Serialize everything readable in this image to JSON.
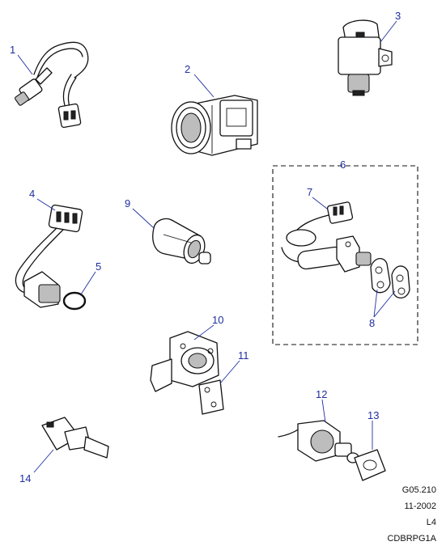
{
  "callouts": {
    "c1": "1",
    "c2": "2",
    "c3": "3",
    "c4": "4",
    "c5": "5",
    "c6": "6",
    "c7": "7",
    "c8": "8",
    "c9": "9",
    "c10": "10",
    "c11": "11",
    "c12": "12",
    "c13": "13",
    "c14": "14"
  },
  "footer": {
    "ref": "G05.210",
    "date": "11-2002",
    "level": "L4",
    "code": "CDBRPG1A"
  },
  "colors": {
    "callout": "#1f2f9f",
    "line": "#111111"
  }
}
